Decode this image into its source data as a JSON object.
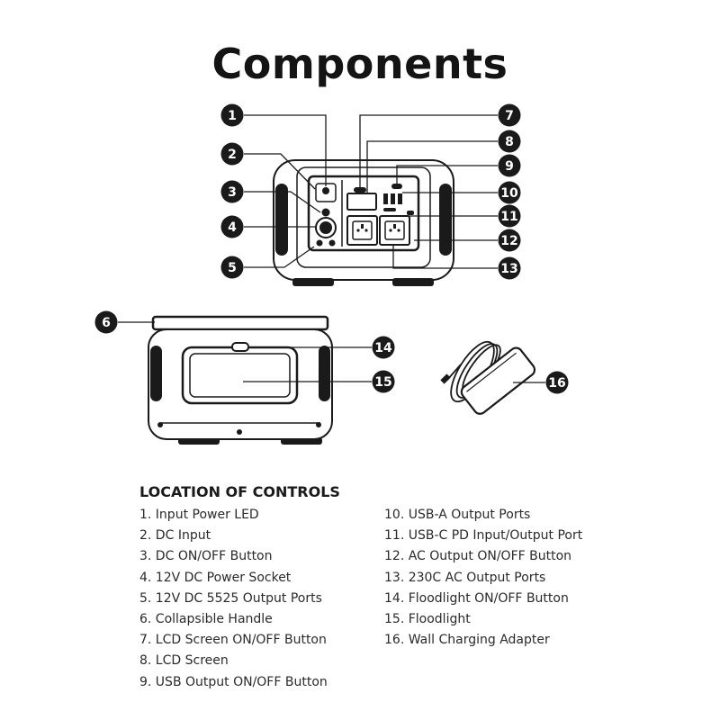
{
  "title": "Components",
  "controls_heading": "LOCATION OF CONTROLS",
  "callouts": [
    "1",
    "2",
    "3",
    "4",
    "5",
    "6",
    "7",
    "8",
    "9",
    "10",
    "11",
    "12",
    "13",
    "14",
    "15",
    "16"
  ],
  "controls_left": [
    "1. Input Power LED",
    "2. DC Input",
    "3. DC ON/OFF Button",
    "4. 12V DC Power Socket",
    "5. 12V DC 5525 Output Ports",
    "6. Collapsible Handle",
    "7. LCD Screen ON/OFF Button",
    "8. LCD Screen",
    "9. USB Output ON/OFF Button"
  ],
  "controls_right": [
    "10. USB-A Output Ports",
    "11. USB-C PD Input/Output Port",
    "12. AC Output ON/OFF Button",
    "13. 230C AC Output Ports",
    "14. Floodlight ON/OFF Button",
    "15. Floodlight",
    "16. Wall Charging Adapter"
  ]
}
